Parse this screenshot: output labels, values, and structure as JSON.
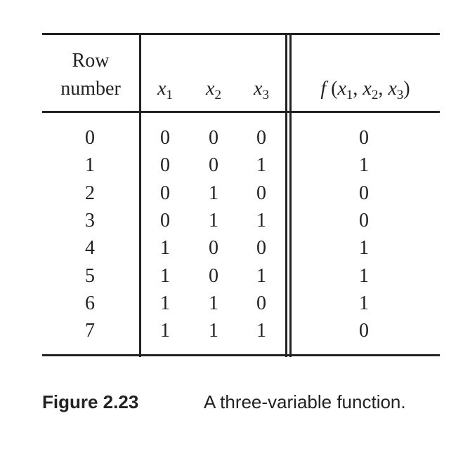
{
  "table": {
    "headers": {
      "row_number": [
        "Row",
        "number"
      ],
      "x1": {
        "var": "x",
        "sub": "1"
      },
      "x2": {
        "var": "x",
        "sub": "2"
      },
      "x3": {
        "var": "x",
        "sub": "3"
      },
      "f": {
        "fn": "f",
        "open": " (",
        "v1": "x",
        "s1": "1",
        "c1": ", ",
        "v2": "x",
        "s2": "2",
        "c2": ", ",
        "v3": "x",
        "s3": "3",
        "close": ")"
      }
    },
    "rows": [
      [
        "0",
        "0",
        "0",
        "0",
        "0"
      ],
      [
        "1",
        "0",
        "0",
        "1",
        "1"
      ],
      [
        "2",
        "0",
        "1",
        "0",
        "0"
      ],
      [
        "3",
        "0",
        "1",
        "1",
        "0"
      ],
      [
        "4",
        "1",
        "0",
        "0",
        "1"
      ],
      [
        "5",
        "1",
        "0",
        "1",
        "1"
      ],
      [
        "6",
        "1",
        "1",
        "0",
        "1"
      ],
      [
        "7",
        "1",
        "1",
        "1",
        "0"
      ]
    ]
  },
  "caption": {
    "label": "Figure 2.23",
    "text": "A three-variable function."
  }
}
